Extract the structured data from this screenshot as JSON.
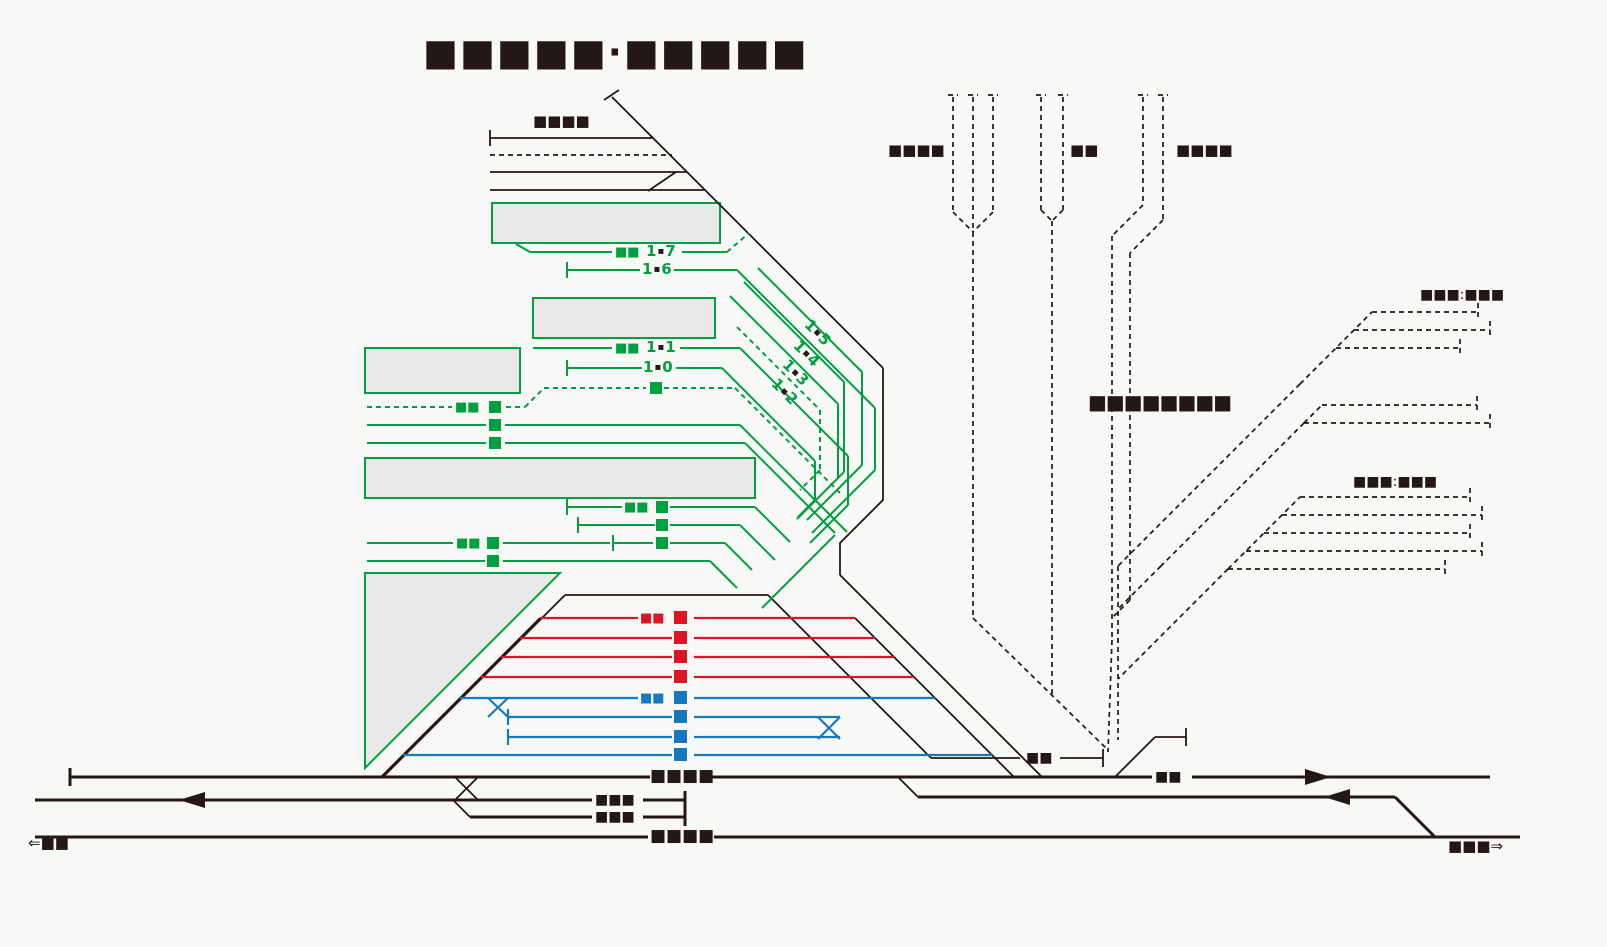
{
  "title": "■■■■■·■■■■■",
  "labels": {
    "upper_siding": "■■■■",
    "depot_a": "■■■■",
    "depot_b": "■■",
    "depot_c": "■■■■",
    "depot_main": "■■■■■■■■",
    "yard_upper": "■■■:■■■",
    "yard_lower": "■■■:■■■",
    "siding_buffer": "■■",
    "main_mid": "■■",
    "station_east": "■■■■",
    "station_west": "■■■■",
    "stub_a": "■■■",
    "stub_b": "■■■",
    "dir_west": "⇐■■",
    "dir_east": "■■■⇒",
    "sig_g_17": "■■",
    "sig_g_11": "■■",
    "sig_g_a": "■■",
    "sig_g_d": "■■",
    "sig_g_f": "■■",
    "sig_red": "■■",
    "sig_blue": "■■"
  },
  "tracks": {
    "sep": "▪",
    "t17": {
      "a": "1",
      "b": "7"
    },
    "t16": {
      "a": "1",
      "b": "6"
    },
    "t15": {
      "a": "1",
      "b": "5"
    },
    "t14": {
      "a": "1",
      "b": "4"
    },
    "t13": {
      "a": "1",
      "b": "3"
    },
    "t12": {
      "a": "1",
      "b": "2"
    },
    "t11": {
      "a": "1",
      "b": "1"
    },
    "t10": {
      "a": "1",
      "b": "0"
    }
  },
  "colors": {
    "line": "#231815",
    "green": "#00A040",
    "red": "#DC1425",
    "blue": "#1878BE",
    "platform": "#E9E9E9",
    "background": "#F8F8F7"
  }
}
